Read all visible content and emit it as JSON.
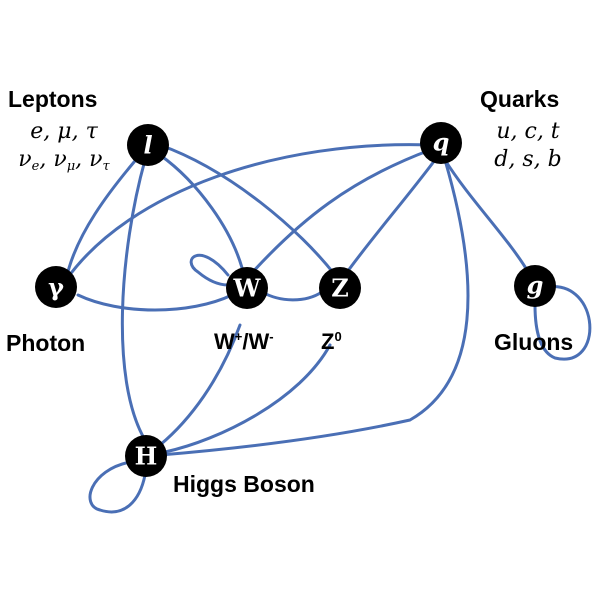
{
  "colors": {
    "edge": "#4a6fb5",
    "node": "#000000",
    "symbol": "#ffffff",
    "text": "#000000"
  },
  "groups": {
    "leptons": {
      "title": "Leptons",
      "charged": [
        "e",
        "μ",
        "τ"
      ],
      "neutrino_symbol": "ν",
      "neutrino_flavors": [
        "e",
        "μ",
        "τ"
      ]
    },
    "quarks": {
      "title": "Quarks",
      "up_type": "u, c, t",
      "down_type": "d, s, b"
    }
  },
  "nodes": [
    {
      "id": "lepton",
      "symbol": "l"
    },
    {
      "id": "quark",
      "symbol": "q"
    },
    {
      "id": "photon",
      "symbol": "γ",
      "label": "Photon"
    },
    {
      "id": "w",
      "symbol": "W",
      "label_base_1": "W",
      "label_sup_1": "+",
      "label_sep": "/",
      "label_base_2": "W",
      "label_sup_2": "-"
    },
    {
      "id": "z",
      "symbol": "Z",
      "label_base": "Z",
      "label_sup": "0"
    },
    {
      "id": "gluon",
      "symbol": "g",
      "label": "Gluons"
    },
    {
      "id": "higgs",
      "symbol": "H",
      "label": "Higgs Boson"
    }
  ],
  "interactions": [
    [
      "lepton",
      "photon"
    ],
    [
      "lepton",
      "w"
    ],
    [
      "lepton",
      "z"
    ],
    [
      "lepton",
      "higgs"
    ],
    [
      "quark",
      "photon"
    ],
    [
      "quark",
      "w"
    ],
    [
      "quark",
      "z"
    ],
    [
      "quark",
      "gluon"
    ],
    [
      "quark",
      "higgs"
    ],
    [
      "photon",
      "w"
    ],
    [
      "w",
      "z"
    ],
    [
      "w",
      "w"
    ],
    [
      "w",
      "higgs"
    ],
    [
      "z",
      "higgs"
    ],
    [
      "gluon",
      "gluon"
    ],
    [
      "higgs",
      "higgs"
    ]
  ]
}
